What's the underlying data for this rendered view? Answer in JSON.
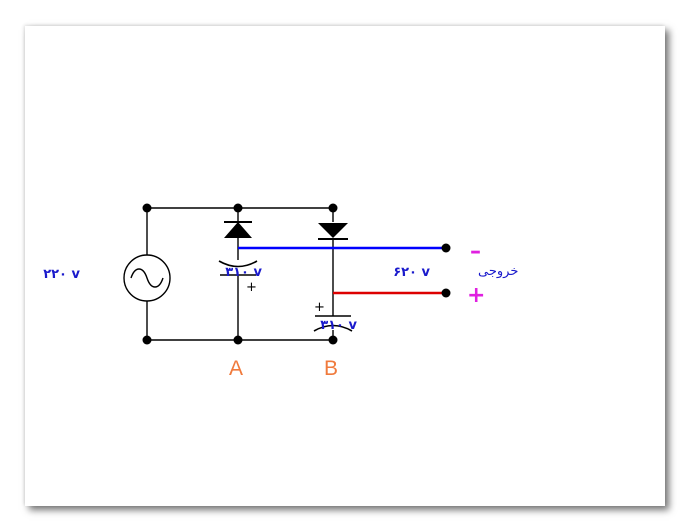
{
  "diagram": {
    "source_voltage": "۲۲۰ v",
    "capacitor_a_voltage": "۳۱۰ v",
    "capacitor_b_voltage": "۳۱۰ v",
    "output_label": "خروجی",
    "output_voltage": "۶۲۰ v",
    "node_a": "A",
    "node_b": "B",
    "negative_sign": "–",
    "positive_sign": "+",
    "cap_a_polarity": "+",
    "cap_b_polarity": "+"
  },
  "colors": {
    "wire": "#000000",
    "negative_wire": "#0000ff",
    "positive_wire": "#dd0000",
    "voltage_text": "#1a1acc",
    "node_label": "#f07a3c",
    "sign": "#e020e0"
  }
}
